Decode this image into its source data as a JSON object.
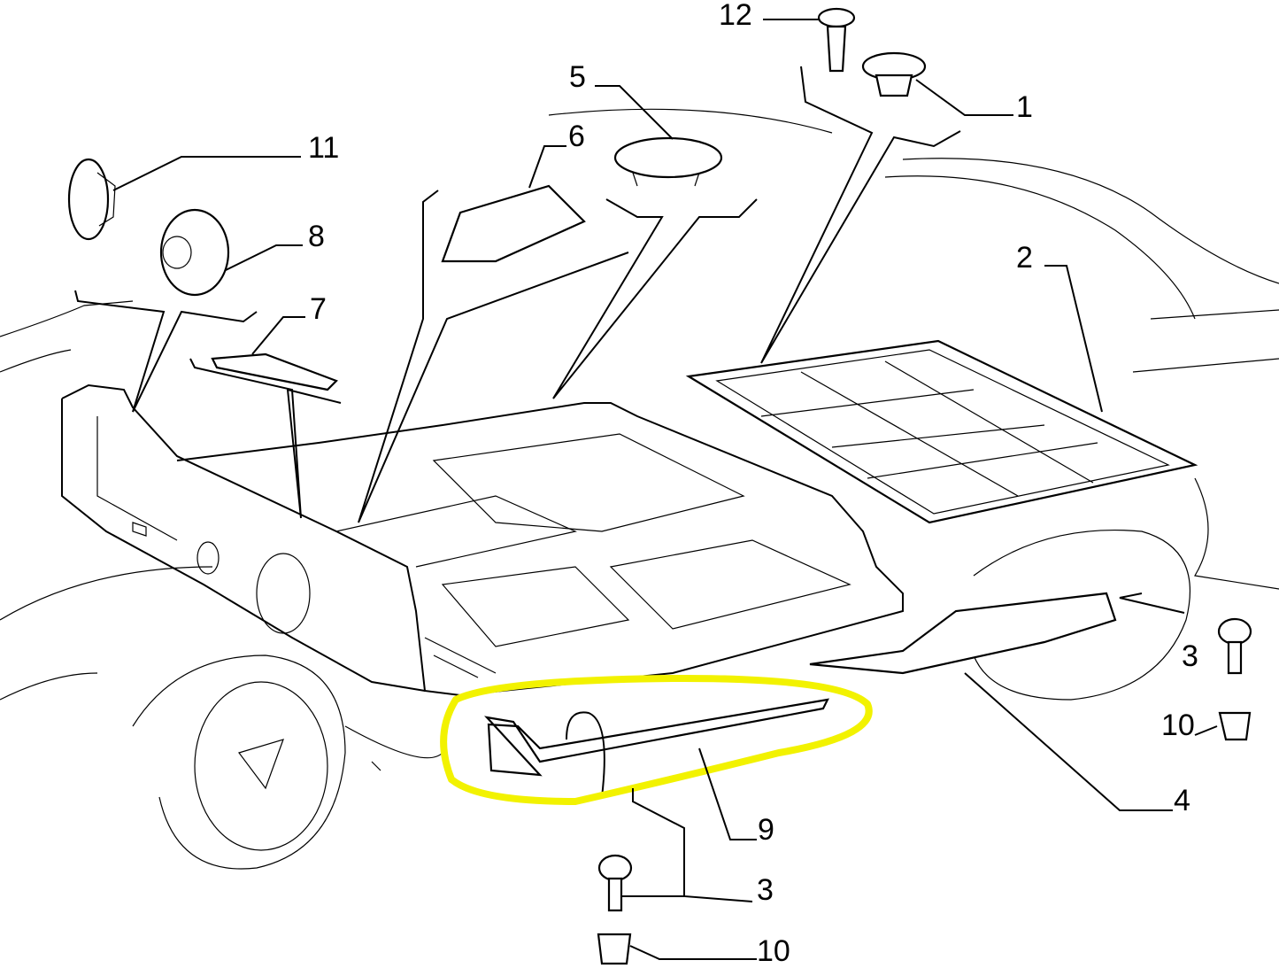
{
  "diagram": {
    "type": "exploded parts diagram (car floor pan)",
    "highlight_color": "#f2f200",
    "callouts": [
      {
        "id": "c12",
        "label": "12"
      },
      {
        "id": "c1",
        "label": "1"
      },
      {
        "id": "c5",
        "label": "5"
      },
      {
        "id": "c6",
        "label": "6"
      },
      {
        "id": "c11",
        "label": "11"
      },
      {
        "id": "c8",
        "label": "8"
      },
      {
        "id": "c7",
        "label": "7"
      },
      {
        "id": "c2",
        "label": "2"
      },
      {
        "id": "c3a",
        "label": "3"
      },
      {
        "id": "c10a",
        "label": "10"
      },
      {
        "id": "c4",
        "label": "4"
      },
      {
        "id": "c9",
        "label": "9"
      },
      {
        "id": "c3b",
        "label": "3"
      },
      {
        "id": "c10b",
        "label": "10"
      }
    ]
  }
}
